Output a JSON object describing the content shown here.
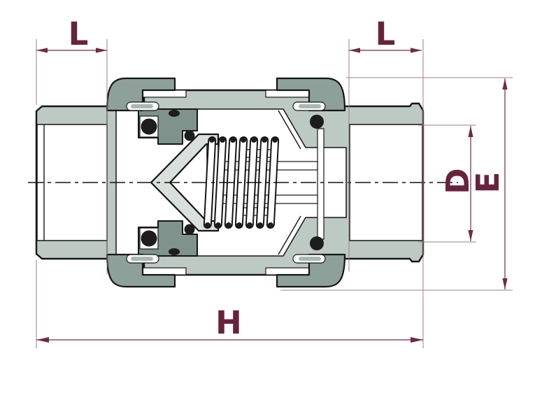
{
  "drawing": {
    "type": "technical-cross-section",
    "subject": "spring check valve with union nuts",
    "labels": {
      "l_left": "L",
      "l_right": "L",
      "d": "D",
      "e": "E",
      "h": "H"
    },
    "colors": {
      "background": "#ffffff",
      "body": "#bdc9c3",
      "nut": "#8da09a",
      "seal_carrier": "#7f928c",
      "poppet": "#d9e0dc",
      "slot_inner": "#a9b8b2",
      "oring": "#1d1d1d",
      "outline": "#151515",
      "dimension": "#67233c",
      "dim_line": "#6e2a44",
      "extension": "#9b8288"
    }
  }
}
